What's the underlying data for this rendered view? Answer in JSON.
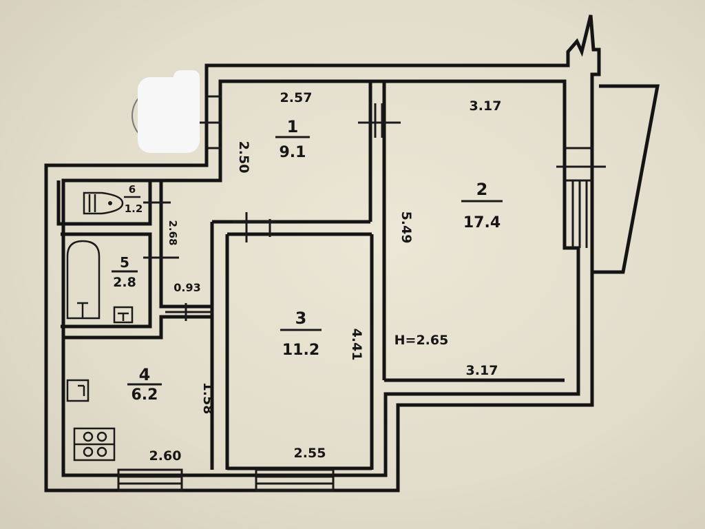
{
  "rooms": [
    {
      "number": "1",
      "area": "9.1"
    },
    {
      "number": "2",
      "area": "17.4"
    },
    {
      "number": "3",
      "area": "11.2"
    },
    {
      "number": "4",
      "area": "6.2"
    },
    {
      "number": "5",
      "area": "2.8"
    },
    {
      "number": "6",
      "area": "1.2"
    }
  ],
  "dimensions": {
    "room1_top": "2.57",
    "room1_side": "2.50",
    "room2_top": "3.17",
    "room2_bottom": "3.17",
    "room2_side": "5.49",
    "room3_bottom": "2.55",
    "room3_side": "4.41",
    "room4_bottom": "2.60",
    "room4_side": "1.58",
    "corridor_width": "0.93",
    "corridor_side": "2.68",
    "ceiling_height": "H=2.65"
  }
}
